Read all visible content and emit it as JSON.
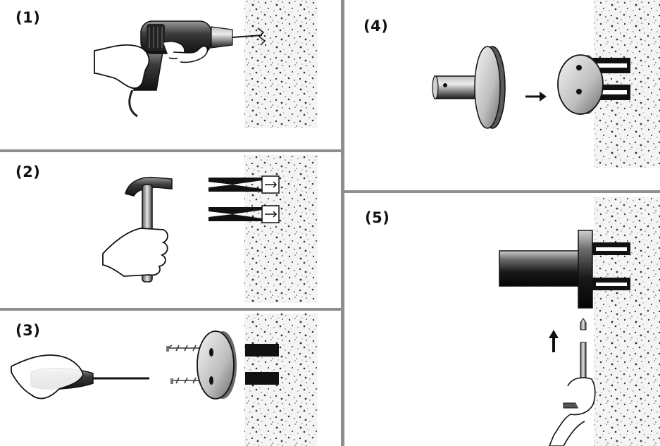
{
  "steps": [
    {
      "label": "(1)",
      "action": "drill"
    },
    {
      "label": "(2)",
      "action": "hammer-anchors"
    },
    {
      "label": "(3)",
      "action": "screw-base-plate"
    },
    {
      "label": "(4)",
      "action": "attach-holder"
    },
    {
      "label": "(5)",
      "action": "insert-set-screw"
    }
  ],
  "colors": {
    "divider": "#8f8f8f",
    "wall_speckle": "#3a3a3a",
    "metal_dark": "#2e2e2e",
    "metal_light": "#d8d8d8",
    "outline": "#111111"
  }
}
